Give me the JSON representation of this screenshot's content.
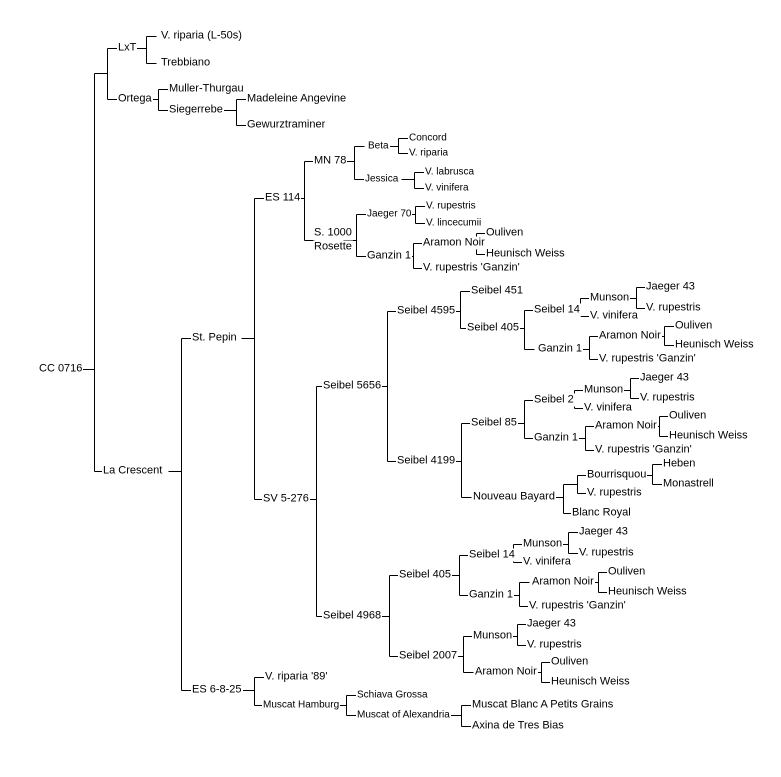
{
  "diagram": {
    "type": "pedigree-tree",
    "colors": {
      "background": "#ffffff",
      "line": "#000000",
      "text": "#000000"
    },
    "nodes": {
      "root": "CC 0716",
      "lxt": "LxT",
      "lxt_p1": "V. riparia (L-50s)",
      "lxt_p2": "Trebbiano",
      "ortega": "Ortega",
      "ortega_p1": "Muller-Thurgau",
      "siegerrebe": "Siegerrebe",
      "sieg_p1": "Madeleine Angevine",
      "sieg_p2": "Gewurztraminer",
      "la_crescent": "La Crescent",
      "st_pepin": "St. Pepin",
      "es114": "ES 114",
      "mn78": "MN 78",
      "beta": "Beta",
      "beta_p1": "Concord",
      "beta_p2": "V. riparia",
      "jessica": "Jessica",
      "jessica_p1": "V. labrusca",
      "jessica_p2": "V. vinifera",
      "s1000": "S. 1000",
      "rosette": "Rosette",
      "jaeger70": "Jaeger 70",
      "jaeger70_p1": "V. rupestris",
      "jaeger70_p2": "V. lincecumii",
      "ganzin1_a": "Ganzin 1",
      "aramon_a": "Aramon Noir",
      "ouliven_a": "Ouliven",
      "heunisch_a": "Heunisch Weiss",
      "vrg_a": "V. rupestris 'Ganzin'",
      "sv5276": "SV 5-276",
      "seibel5656": "Seibel 5656",
      "seibel4595": "Seibel 4595",
      "seibel451": "Seibel 451",
      "seibel405_a": "Seibel 405",
      "seibel14_a": "Seibel 14",
      "munson_a": "Munson",
      "jaeger43_a": "Jaeger 43",
      "vrup_a": "V. rupestris",
      "vvin_a": "V. vinifera",
      "ganzin1_b": "Ganzin 1",
      "aramon_b": "Aramon Noir",
      "ouliven_b": "Ouliven",
      "heunisch_b": "Heunisch Weiss",
      "vrg_b": "V. rupestris 'Ganzin'",
      "seibel4199": "Seibel 4199",
      "seibel85": "Seibel 85",
      "seibel2": "Seibel 2",
      "munson_b": "Munson",
      "jaeger43_b": "Jaeger 43",
      "vrup_b": "V. rupestris",
      "vvin_b": "V. vinifera",
      "ganzin1_c": "Ganzin 1",
      "aramon_c": "Aramon Noir",
      "ouliven_c": "Ouliven",
      "heunisch_c": "Heunisch Weiss",
      "vrg_c": "V. rupestris 'Ganzin'",
      "nouveau": "Nouveau Bayard",
      "bourrisquou": "Bourrisquou",
      "heben": "Heben",
      "monastrell": "Monastrell",
      "vrup_c": "V. rupestris",
      "blanc_royal": "Blanc Royal",
      "seibel4968": "Seibel 4968",
      "seibel405_b": "Seibel 405",
      "seibel14_b": "Seibel 14",
      "munson_c": "Munson",
      "jaeger43_c": "Jaeger 43",
      "vrup_d": "V. rupestris",
      "vvin_c": "V. vinifera",
      "ganzin1_d": "Ganzin 1",
      "aramon_d": "Aramon Noir",
      "ouliven_d": "Ouliven",
      "heunisch_d": "Heunisch Weiss",
      "vrg_d": "V. rupestris 'Ganzin'",
      "seibel2007": "Seibel 2007",
      "munson_d": "Munson",
      "jaeger43_d": "Jaeger 43",
      "vrup_e": "V. rupestris",
      "aramon_e": "Aramon Noir",
      "ouliven_e": "Ouliven",
      "heunisch_e": "Heunisch Weiss",
      "es6825": "ES 6-8-25",
      "vrip89": "V. riparia '89'",
      "muscat_hamburg": "Muscat Hamburg",
      "schiava": "Schiava Grossa",
      "muscat_alex": "Muscat of Alexandria",
      "muscat_blanc": "Muscat Blanc A Petits Grains",
      "axina": "Axina de Tres Bias"
    }
  }
}
